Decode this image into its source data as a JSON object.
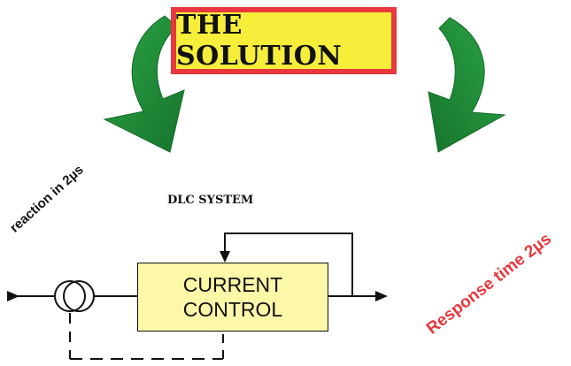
{
  "header": {
    "title": "THE SOLUTION"
  },
  "diagram": {
    "system_label": "DLC SYSTEM",
    "block": {
      "line1": "CURRENT",
      "line2": "CONTROL"
    },
    "reaction_label": "reaction in 2µs",
    "response_label": "Response time 2µs"
  },
  "colors": {
    "arrow_green": "#1f8f3a",
    "title_fill": "#f7ee3c",
    "title_border": "#e8383e",
    "block_fill": "#fdf7a8",
    "response_text": "#e8383e"
  }
}
